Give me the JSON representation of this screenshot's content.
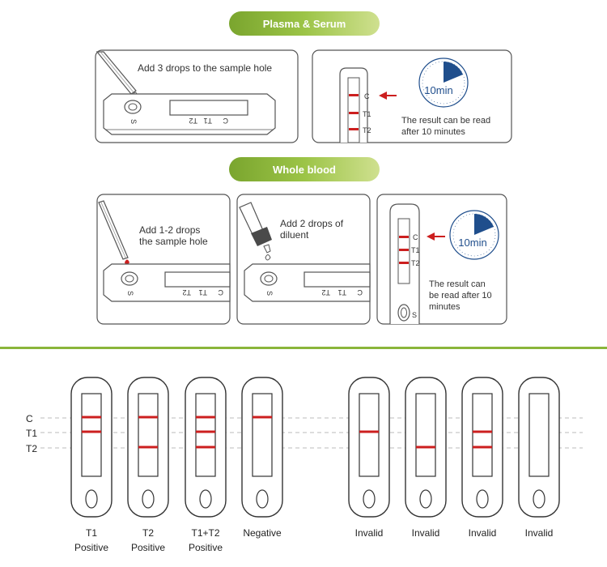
{
  "colors": {
    "accent_green": "#8ab53a",
    "band_red": "#cc1f1f",
    "timer_blue": "#1f4e8c",
    "outline": "#555555"
  },
  "sections": {
    "plasma": {
      "title": "Plasma & Serum",
      "step1_text": "Add 3 drops to the sample hole",
      "step2_text_line1": "The result can be read",
      "step2_text_line2": "after 10 minutes",
      "timer_label": "10min"
    },
    "whole_blood": {
      "title": "Whole blood",
      "step1_line1": "Add 1-2 drops",
      "step1_line2": "the sample hole",
      "step2_line1": "Add 2 drops of",
      "step2_line2": "diluent",
      "step3_line1": "The result can",
      "step3_line2": "be read after 10",
      "step3_line3": "minutes",
      "timer_label": "10min"
    }
  },
  "cassette_labels": {
    "s": "S",
    "c": "C",
    "t1": "T1",
    "t2": "T2"
  },
  "results": {
    "row_labels": [
      "C",
      "T1",
      "T2"
    ],
    "cassettes": [
      {
        "label_line1": "T1",
        "label_line2": "Positive",
        "bands": [
          "C",
          "T1"
        ]
      },
      {
        "label_line1": "T2",
        "label_line2": "Positive",
        "bands": [
          "C",
          "T2"
        ]
      },
      {
        "label_line1": "T1+T2",
        "label_line2": "Positive",
        "bands": [
          "C",
          "T1",
          "T2"
        ]
      },
      {
        "label_line1": "Negative",
        "label_line2": "",
        "bands": [
          "C"
        ]
      },
      {
        "label_line1": "Invalid",
        "label_line2": "",
        "bands": [
          "T1"
        ]
      },
      {
        "label_line1": "Invalid",
        "label_line2": "",
        "bands": [
          "T2"
        ]
      },
      {
        "label_line1": "Invalid",
        "label_line2": "",
        "bands": [
          "T1",
          "T2"
        ]
      },
      {
        "label_line1": "Invalid",
        "label_line2": "",
        "bands": []
      }
    ]
  }
}
